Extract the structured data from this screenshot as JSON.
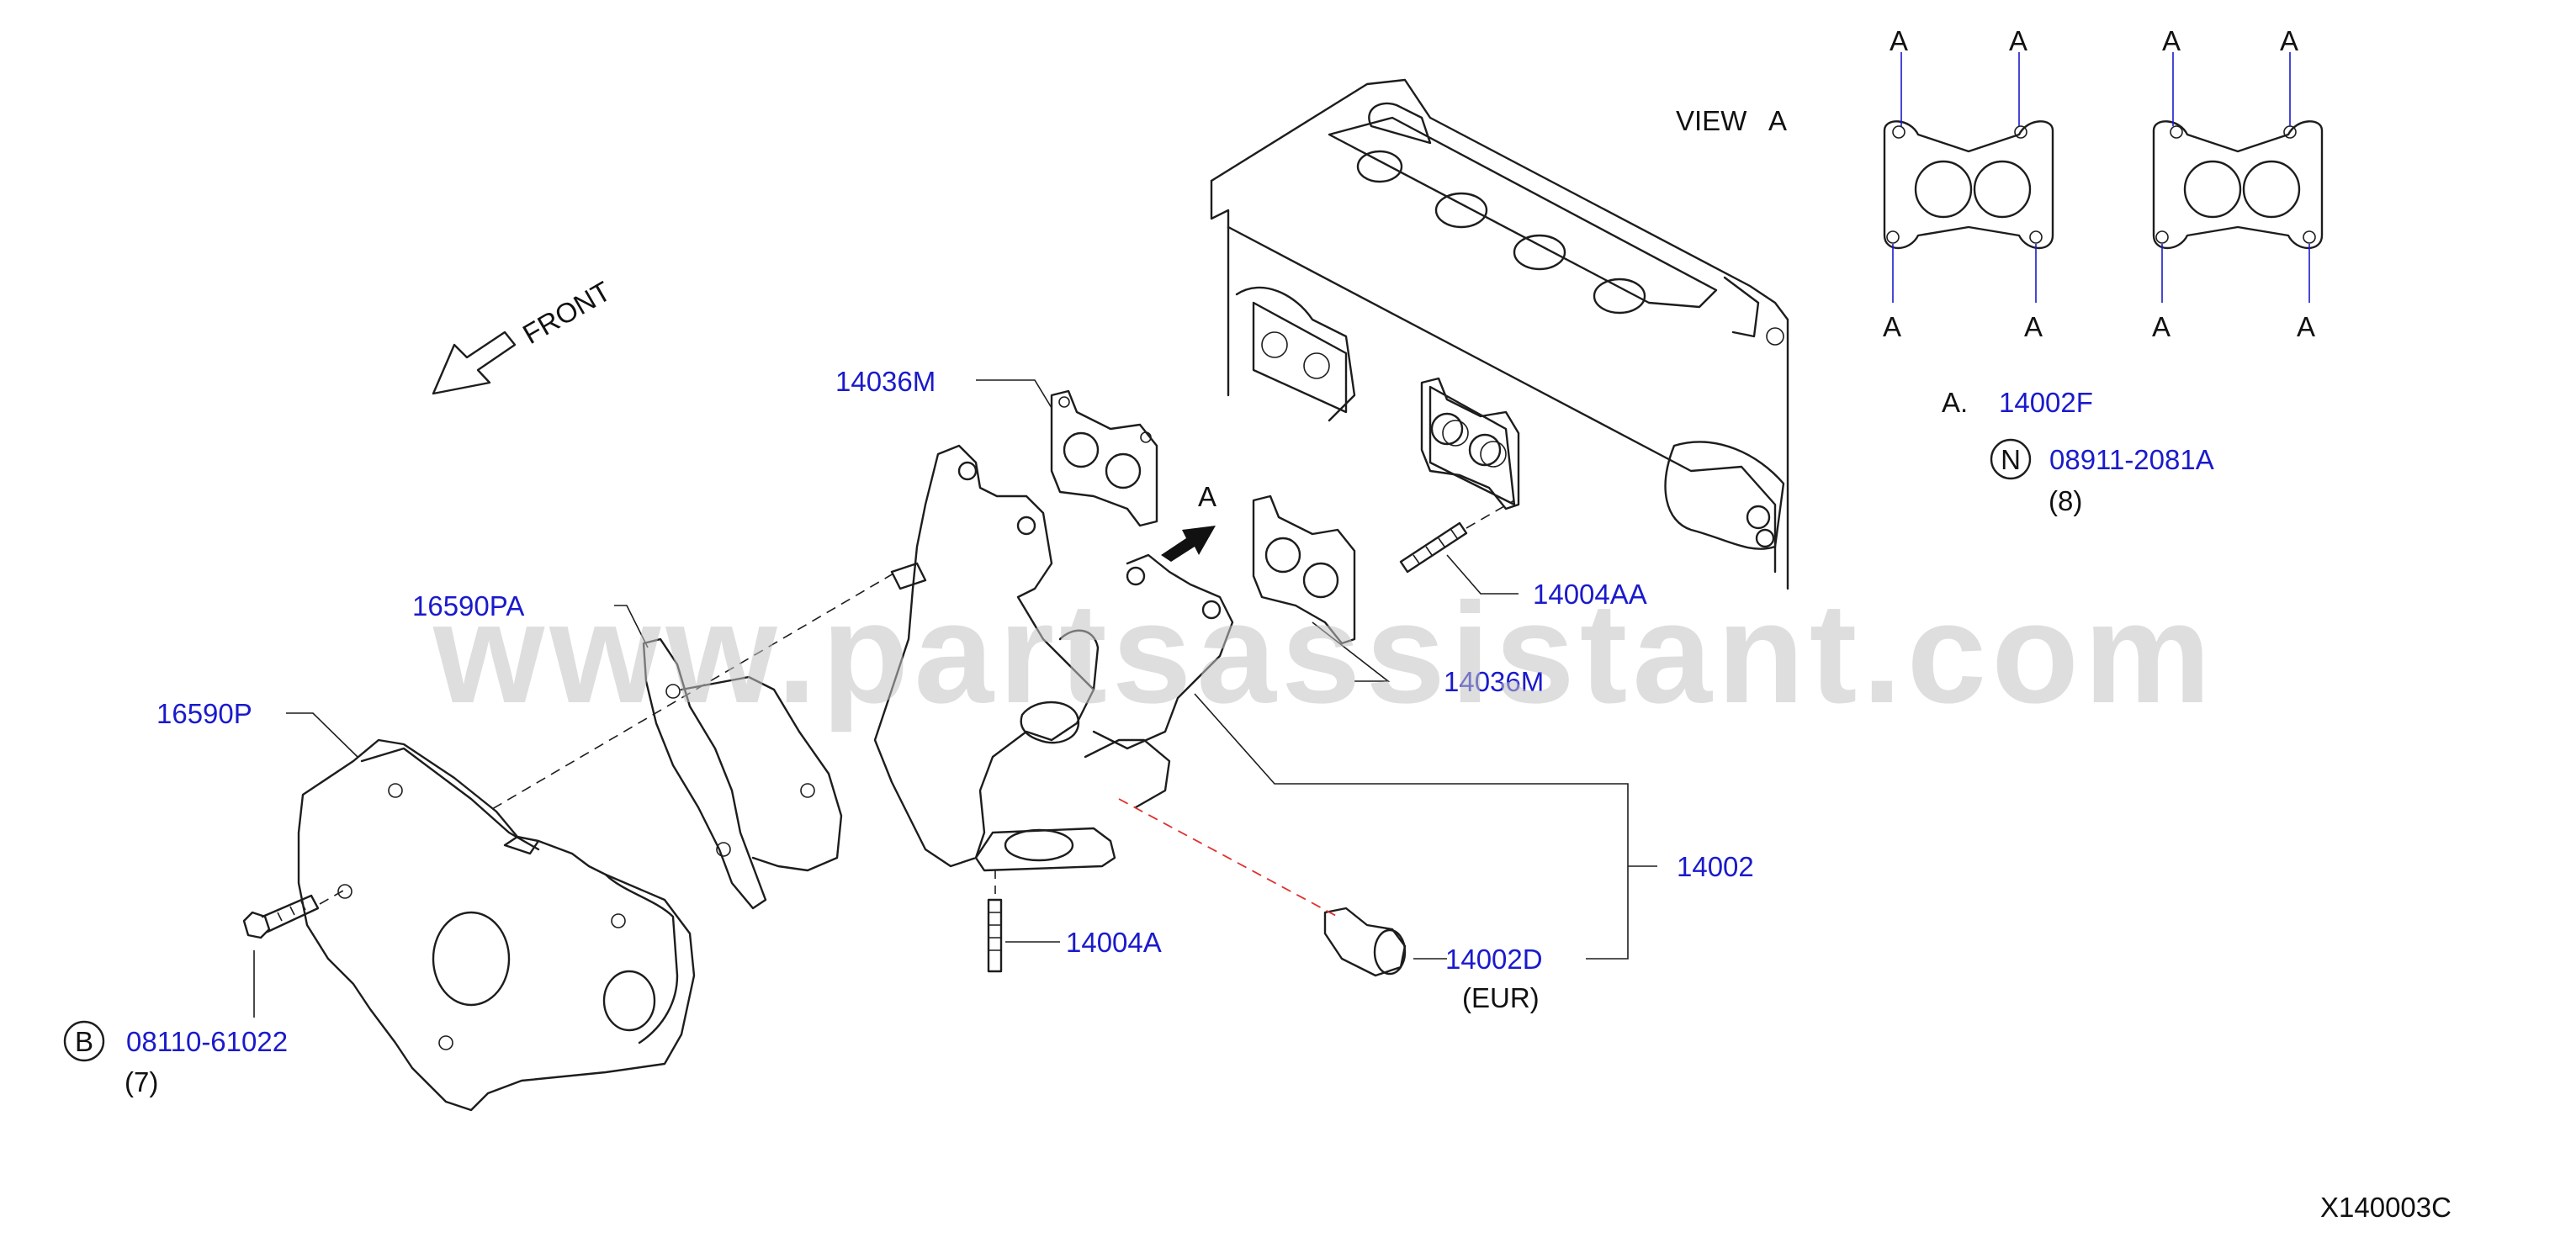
{
  "watermark": "www.partsassistant.com",
  "front_label": "FRONT",
  "view_label": "VIEW   A",
  "view_marker": "A",
  "callouts": {
    "p14036M_top": "14036M",
    "p14036M_bottom": "14036M",
    "p16590PA": "16590PA",
    "p16590P": "16590P",
    "p14004AA": "14004AA",
    "p14002": "14002",
    "p14004A": "14004A",
    "p14002D": "14002D",
    "p14002D_note": "(EUR)",
    "p14002F_prefix": "A.",
    "p14002F": "14002F",
    "bolt_circle": "B",
    "bolt_part": "08110-61022",
    "bolt_qty": "(7)",
    "nut_circle": "N",
    "nut_part": "08911-2081A",
    "nut_qty": "(8)"
  },
  "view_a_points": [
    "A",
    "A",
    "A",
    "A",
    "A",
    "A",
    "A",
    "A"
  ],
  "diagram_code": "X140003C",
  "colors": {
    "label": "#1a1acc",
    "line": "#1d1d1d",
    "watermark": "#c4c4c4",
    "dash_red": "#e03030"
  }
}
